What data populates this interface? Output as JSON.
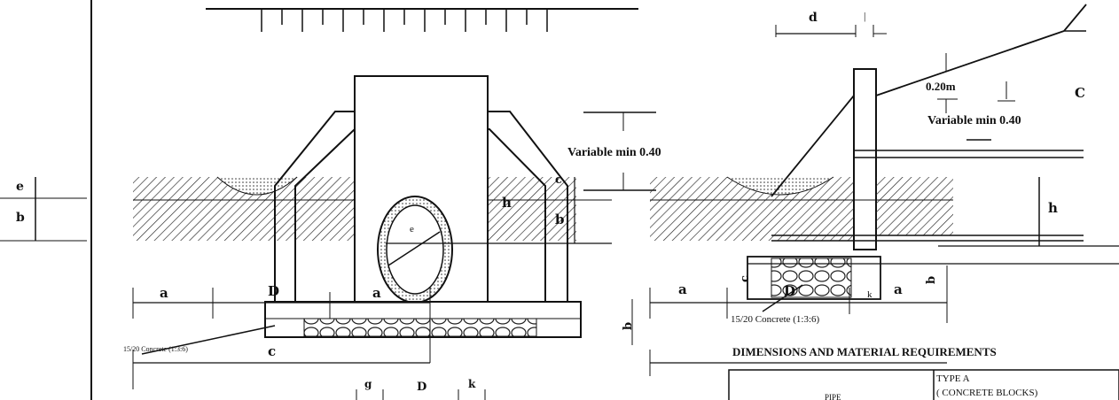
{
  "labels": {
    "e_left": "e",
    "b_left": "b",
    "a_left": "a",
    "D_left": "D",
    "a_mid": "a",
    "c_left": "c",
    "g_bottom": "g",
    "D_bottom": "D",
    "k_bottom": "k",
    "b_wall": "b",
    "e_wall": "c",
    "h_left": "h",
    "variable_left": "Variable min 0.40",
    "concrete_left": "15/20 Concrete (1:3:6)",
    "d_top": "d",
    "dim_020": "0.20m",
    "variable_right": "Variable min 0.40",
    "h_right": "h",
    "c_right": "c",
    "b_right": "b",
    "b_right_lower": "b",
    "D_right": "D",
    "a_right1": "a",
    "a_right2": "a",
    "k_right": "k",
    "concrete_right": "15/20 Concrete (1:3:6)",
    "clip_right": "C",
    "table_heading": "DIMENSIONS AND MATERIAL REQUIREMENTS",
    "table_col_type": "TYPE A",
    "table_col_sub": "( CONCRETE BLOCKS)",
    "table_cell_pipe": "PIPE"
  },
  "colors": {
    "ink": "#111111",
    "hatch": "#222222",
    "concrete": "#f4f4f4"
  }
}
